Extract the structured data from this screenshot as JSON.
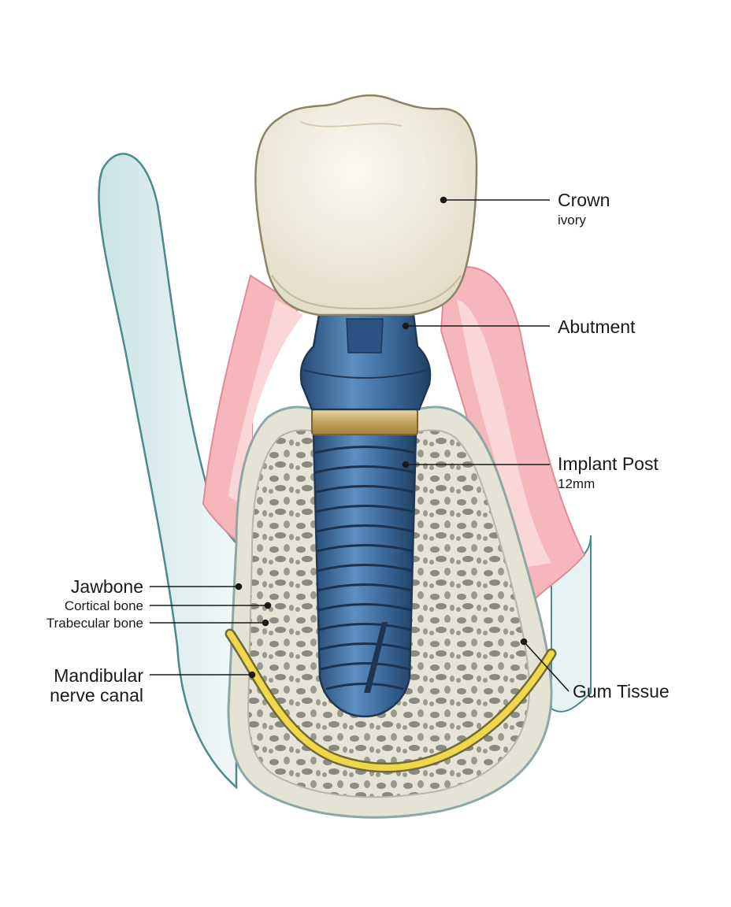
{
  "labels": {
    "crown": "Crown",
    "crown_sub": "ivory",
    "abutment": "Abutment",
    "implant_post": "Implant Post",
    "implant_sub": "12mm",
    "jawbone": "Jawbone",
    "cortical": "Cortical bone",
    "trabecular": "Trabecular bone",
    "nerve_line1": "Mandibular",
    "nerve_line2": "nerve canal",
    "gum": "Gum Tissue"
  },
  "colors": {
    "crown": "#f1ecdc",
    "abutment": "#3f6fa0",
    "implant": "#3c6590",
    "gold_collar": "#c9b06a",
    "gum": "#f2a6ad",
    "bone_cortical": "#e9e8dc",
    "bone_trabecular": "#d9d7c8",
    "nerve": "#e8cf3a",
    "soft_tissue": "#d6eaea",
    "outline": "#4d8a8c"
  }
}
